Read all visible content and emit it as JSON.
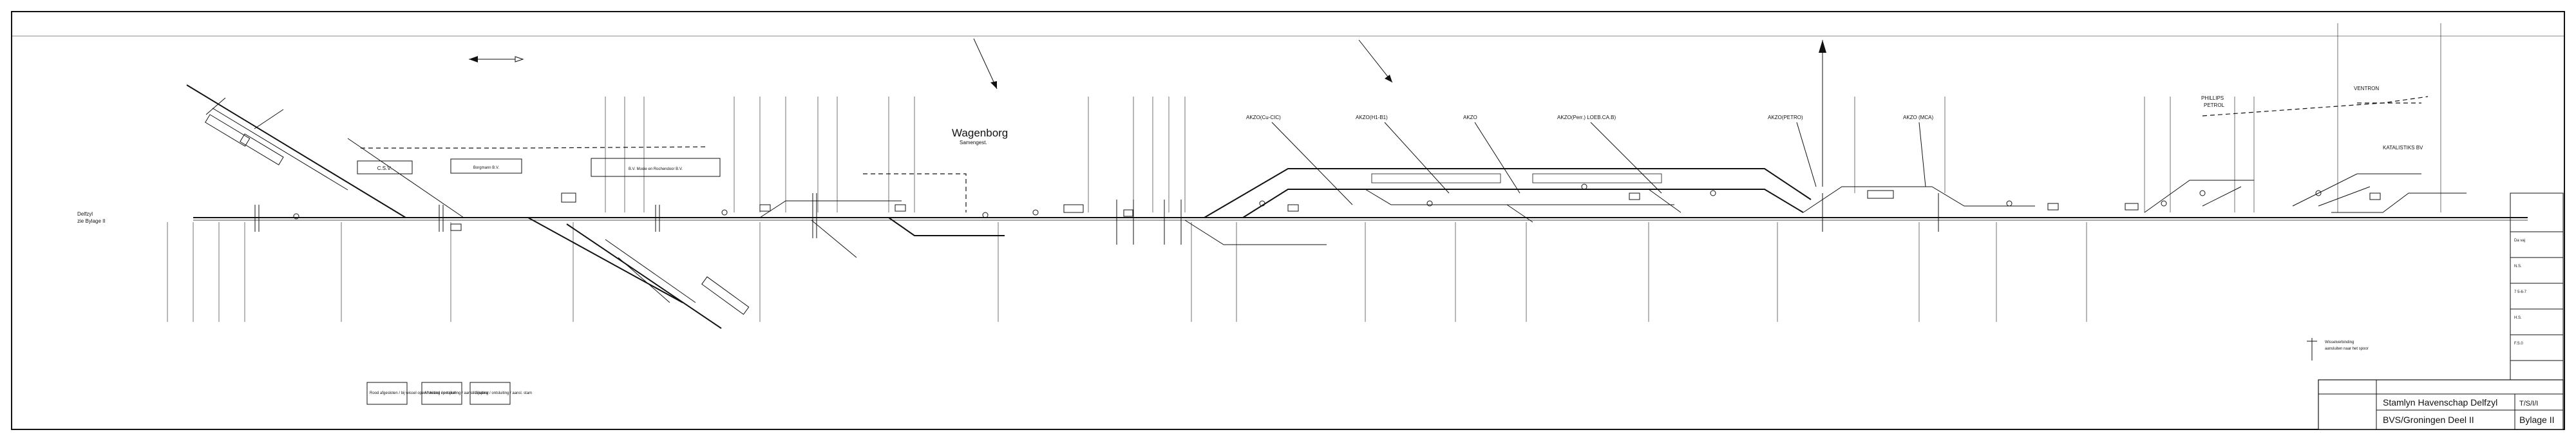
{
  "title_block": {
    "project": "Stamlyn Havenschap Delfzyl",
    "subtitle": "BVS/Groningen Deel II",
    "appendix": "Bylage II",
    "sheet_no": "T/S/I/I"
  },
  "station": {
    "name": "Wagenborg",
    "subname": "Samengest."
  },
  "sidings": [
    {
      "name": "AKZO(Cu-CIC)"
    },
    {
      "name": "AKZO(H1-B1)"
    },
    {
      "name": "AKZO"
    },
    {
      "name": "AKZO(Perr.) LOEB.CA.B)"
    },
    {
      "name": "AKZO(PETRO)"
    },
    {
      "name": "AKZO (MCA)"
    },
    {
      "name": "PHILLIPS PETROL"
    },
    {
      "name": "VENTRON"
    },
    {
      "name": "KATALISTIKS BV"
    }
  ],
  "start": {
    "line1": "Delfzyl",
    "line2": "zie Bylage II"
  },
  "buildings": [
    {
      "label": "C.S.V."
    },
    {
      "label": "Borgmann B.V."
    },
    {
      "label": "B.V. Mooie en Rochendoor B.V."
    }
  ],
  "legend": [
    {
      "text": "Rood afgesloten / bij wissel open / wissel op rujker"
    },
    {
      "text": "Afsluiting / ontsluiting / aansl. zijspoor"
    },
    {
      "text": "Afsluiting / ontsluiting / aansl. stam"
    }
  ],
  "note": {
    "line1": "Wisselverbinding",
    "line2": "aansluiten naar het spoor"
  },
  "right_panel": [
    "Da vaj",
    "N.S.",
    "7 5-6-7",
    "H.S.",
    "F.S.0"
  ]
}
